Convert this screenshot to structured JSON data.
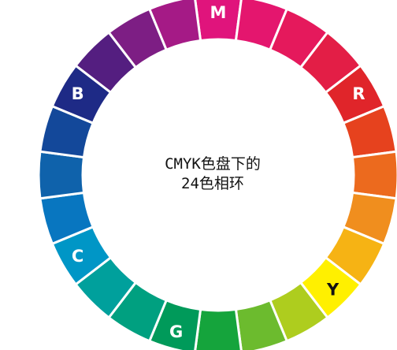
{
  "title_lines": [
    "CMYK色盘下的",
    "24色相环"
  ],
  "segments": [
    {
      "color": "#e0147c",
      "label": "M",
      "label_color": "#ffffff"
    },
    {
      "color": "#e4166e",
      "label": "",
      "label_color": "#ffffff"
    },
    {
      "color": "#e5195c",
      "label": "",
      "label_color": "#ffffff"
    },
    {
      "color": "#e31e46",
      "label": "",
      "label_color": "#ffffff"
    },
    {
      "color": "#e0252a",
      "label": "R",
      "label_color": "#ffffff"
    },
    {
      "color": "#e6421e",
      "label": "",
      "label_color": "#ffffff"
    },
    {
      "color": "#ec6a1e",
      "label": "",
      "label_color": "#ffffff"
    },
    {
      "color": "#f08e1e",
      "label": "",
      "label_color": "#ffffff"
    },
    {
      "color": "#f6b314",
      "label": "",
      "label_color": "#ffffff"
    },
    {
      "color": "#fff000",
      "label": "Y",
      "label_color": "#111111"
    },
    {
      "color": "#aecd1e",
      "label": "",
      "label_color": "#ffffff"
    },
    {
      "color": "#6cbb2e",
      "label": "",
      "label_color": "#ffffff"
    },
    {
      "color": "#15a43c",
      "label": "",
      "label_color": "#ffffff"
    },
    {
      "color": "#009a5a",
      "label": "G",
      "label_color": "#ffffff"
    },
    {
      "color": "#00a080",
      "label": "",
      "label_color": "#ffffff"
    },
    {
      "color": "#00a09c",
      "label": "",
      "label_color": "#ffffff"
    },
    {
      "color": "#0096c6",
      "label": "C",
      "label_color": "#ffffff"
    },
    {
      "color": "#0876c0",
      "label": "",
      "label_color": "#ffffff"
    },
    {
      "color": "#0f62ab",
      "label": "",
      "label_color": "#ffffff"
    },
    {
      "color": "#13489a",
      "label": "",
      "label_color": "#ffffff"
    },
    {
      "color": "#1e2a86",
      "label": "B",
      "label_color": "#ffffff"
    },
    {
      "color": "#541e80",
      "label": "",
      "label_color": "#ffffff"
    },
    {
      "color": "#7d1e84",
      "label": "",
      "label_color": "#ffffff"
    },
    {
      "color": "#a51a86",
      "label": "",
      "label_color": "#ffffff"
    }
  ]
}
